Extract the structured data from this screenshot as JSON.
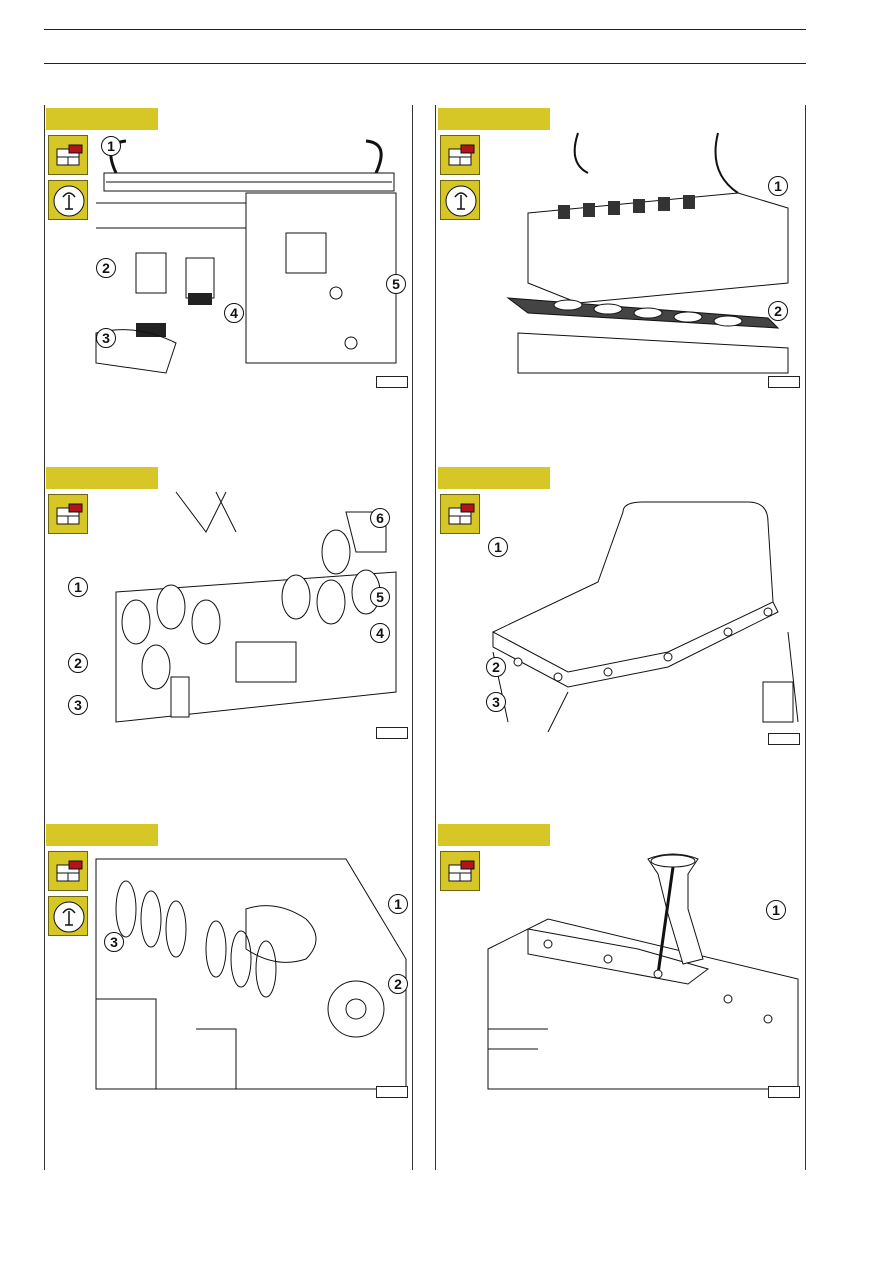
{
  "colors": {
    "tab": "#d6c626",
    "icon_red": "#b1141a",
    "line": "#222222"
  },
  "figures": [
    {
      "name": "figure-1",
      "icons": [
        "disassembly-icon",
        "tool-icon"
      ],
      "callouts": [
        "1",
        "2",
        "3",
        "4",
        "5"
      ],
      "figure_number": ""
    },
    {
      "name": "figure-2",
      "icons": [
        "disassembly-icon",
        "tool-icon"
      ],
      "callouts": [
        "1",
        "2"
      ],
      "figure_number": ""
    },
    {
      "name": "figure-3",
      "icons": [
        "disassembly-icon"
      ],
      "callouts": [
        "1",
        "2",
        "3",
        "4",
        "5",
        "6"
      ],
      "figure_number": ""
    },
    {
      "name": "figure-4",
      "icons": [
        "disassembly-icon"
      ],
      "callouts": [
        "1",
        "2",
        "3"
      ],
      "figure_number": ""
    },
    {
      "name": "figure-5",
      "icons": [
        "disassembly-icon",
        "tool-icon"
      ],
      "callouts": [
        "1",
        "2",
        "3"
      ],
      "figure_number": ""
    },
    {
      "name": "figure-6",
      "icons": [
        "disassembly-icon"
      ],
      "callouts": [
        "1"
      ],
      "figure_number": ""
    }
  ]
}
